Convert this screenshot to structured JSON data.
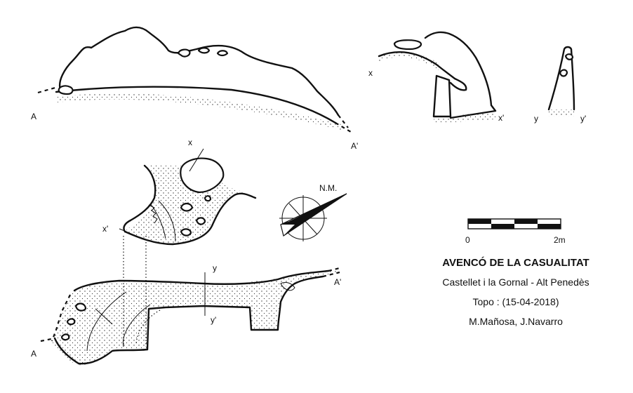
{
  "title": "AVENCÓ DE LA CASUALITAT",
  "location": "Castellet i la Gornal - Alt Penedès",
  "survey": "Topo : (15-04-2018)",
  "authors": "M.Mañosa, J.Navarro",
  "north_label": "N.M.",
  "scale": {
    "zero": "0",
    "end": "2m"
  },
  "section_labels": {
    "a": "A",
    "a_prime": "A'",
    "x": "x",
    "x_prime": "x'",
    "y": "y",
    "y_prime": "y'"
  }
}
